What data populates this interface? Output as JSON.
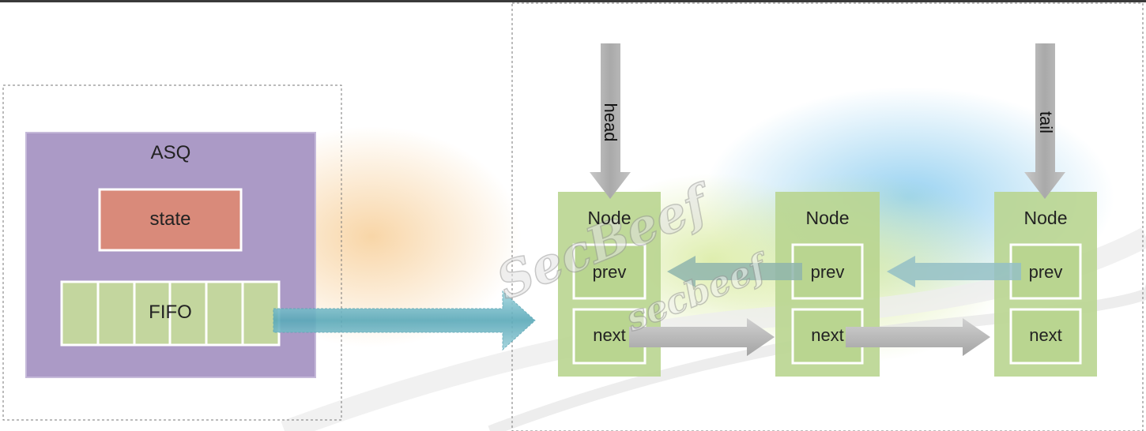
{
  "asq": {
    "title": "ASQ",
    "state_label": "state",
    "fifo_label": "FIFO"
  },
  "pointers": {
    "head": "head",
    "tail": "tail"
  },
  "nodes": [
    {
      "title": "Node",
      "prev": "prev",
      "next": "next"
    },
    {
      "title": "Node",
      "prev": "prev",
      "next": "next"
    },
    {
      "title": "Node",
      "prev": "prev",
      "next": "next"
    }
  ],
  "colors": {
    "asq_box": "#ab9ac6",
    "state_box": "#d98a7a",
    "fifo_box": "#c3d69e",
    "node_box": "#b9d590",
    "arrow_gray": "#b8b8b8",
    "arrow_teal": "#7fbcc8"
  },
  "watermark": "SecBeef"
}
